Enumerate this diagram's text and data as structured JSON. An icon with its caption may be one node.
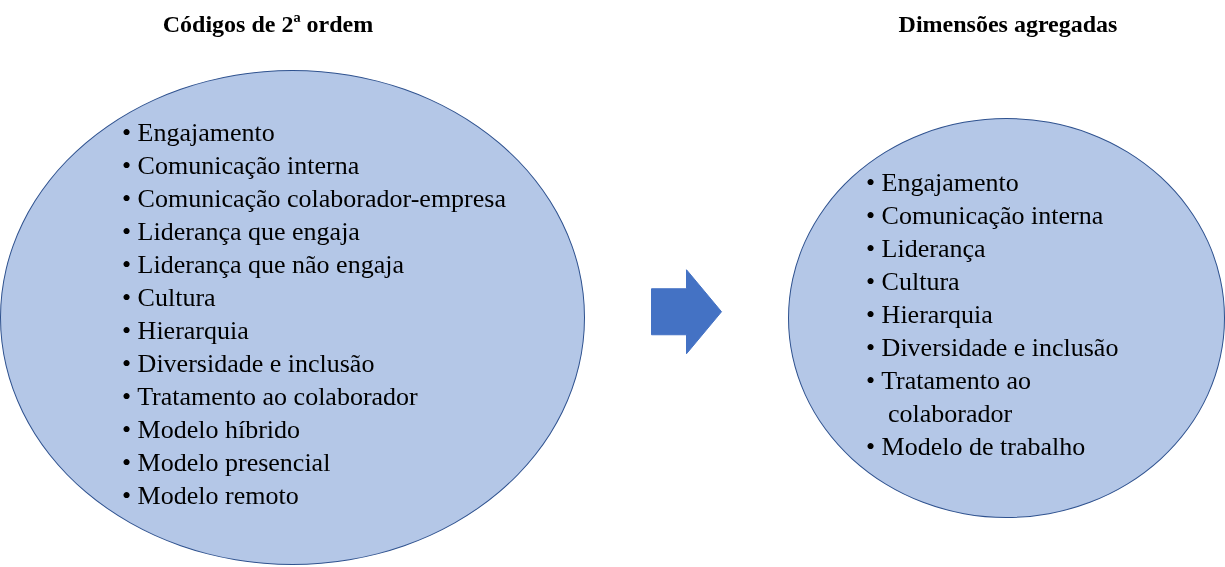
{
  "diagram": {
    "nodes": [
      {
        "text": [
          "Códigos de 2ª ordem",
          "• Engajamento",
          "• Comunicação interna",
          "• Comunicação colaborador-empresa",
          "• Liderança que engaja",
          "• Liderança que não engaja",
          "• Cultura",
          "• Hierarquia",
          "• Diversidade e inclusão",
          "• Tratamento ao colaborador",
          "• Modelo híbrido",
          "• Modelo presencial",
          "• Modelo remoto"
        ]
      },
      {
        "text": [
          "Dimensões agregadas",
          "• Engajamento",
          "• Comunicação interna",
          "• Liderança",
          "• Cultura",
          "• Hierarquia",
          "• Diversidade e inclusão",
          "• Tratamento ao colaborador",
          "• Modelo de trabalho"
        ]
      }
    ],
    "edges": [
      {
        "from": 0,
        "to": 1,
        "arrow": "to"
      }
    ]
  }
}
